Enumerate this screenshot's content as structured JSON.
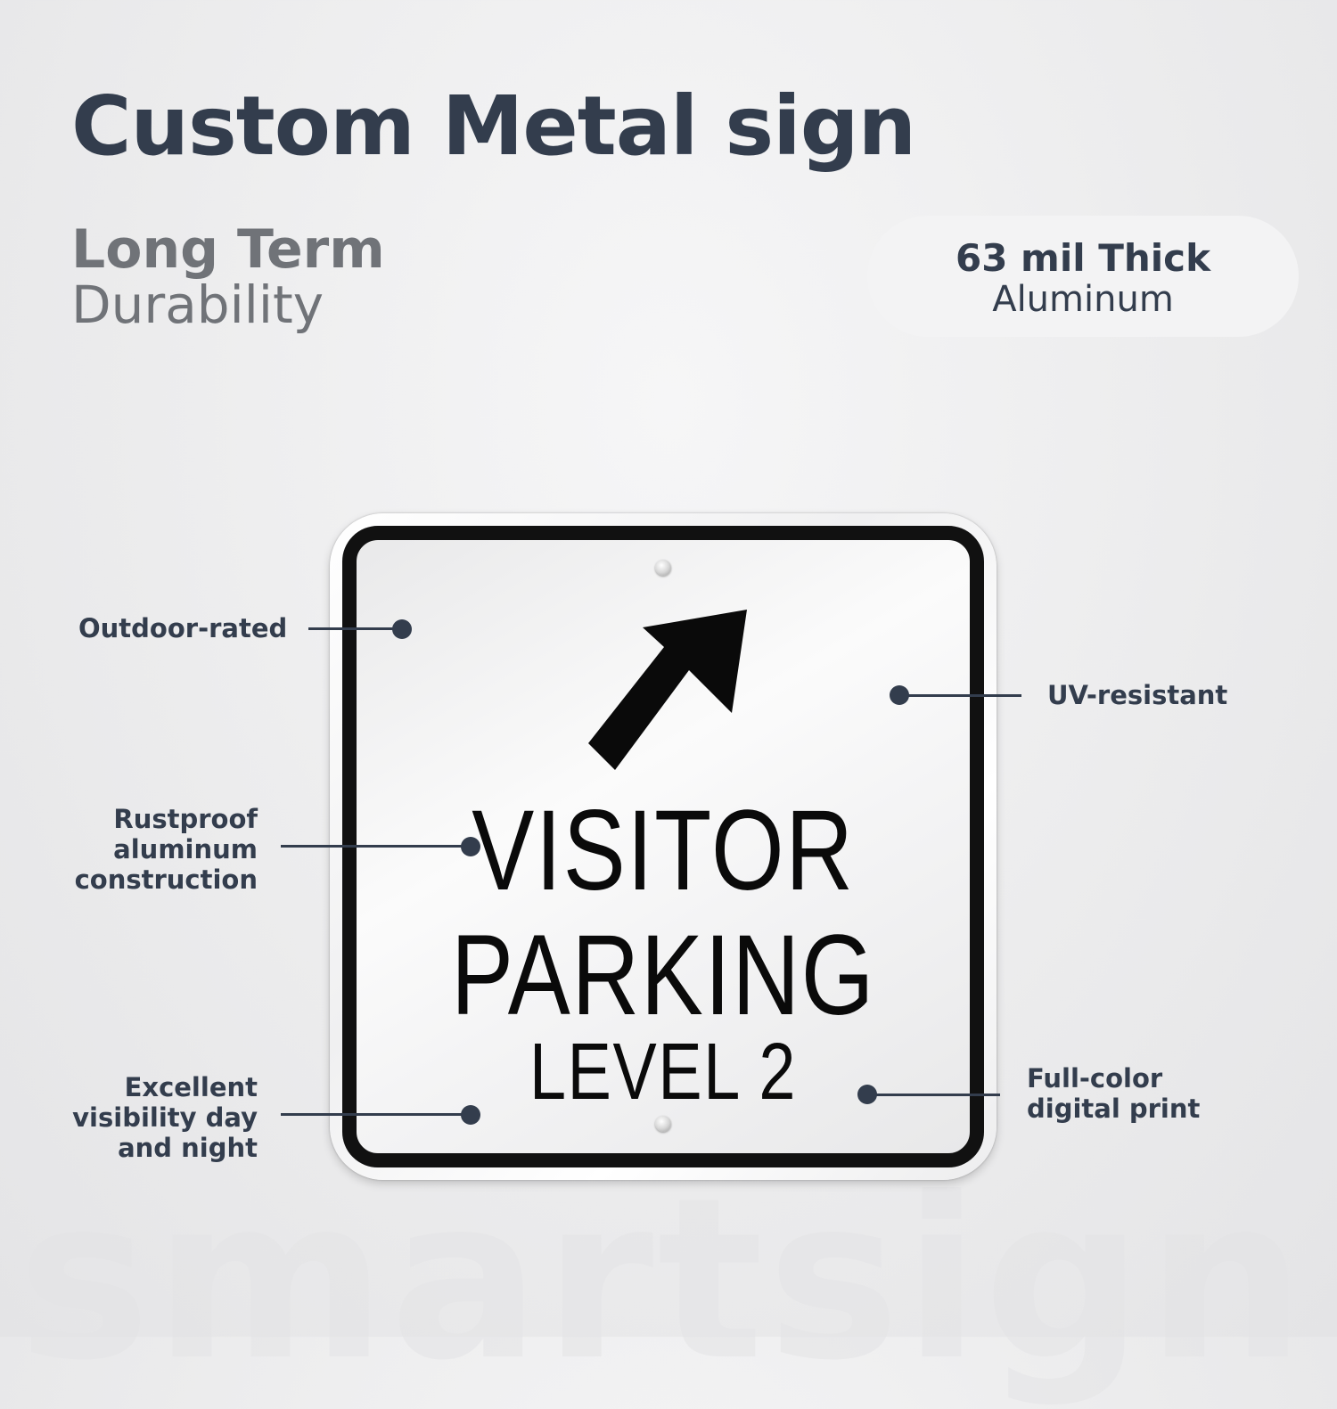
{
  "title": "Custom Metal sign",
  "durability": {
    "strong": "Long Term",
    "light": "Durability"
  },
  "thickness": {
    "strong": "63 mil Thick",
    "light": "Aluminum"
  },
  "sign": {
    "line1": "VISITOR",
    "line2": "PARKING",
    "line3": "LEVEL 2",
    "arrow_icon": "arrow-up-right-icon"
  },
  "features": {
    "outdoor": "Outdoor-rated",
    "uv": "UV-resistant",
    "rustproof": [
      "Rustproof",
      "aluminum",
      "construction"
    ],
    "visibility": [
      "Excellent",
      "visibility day",
      "and night"
    ],
    "print": [
      "Full-color",
      "digital print"
    ]
  },
  "watermark": "smartsign",
  "colors": {
    "text": "#333d4d",
    "muted": "#707378",
    "sign_black": "#111111"
  }
}
